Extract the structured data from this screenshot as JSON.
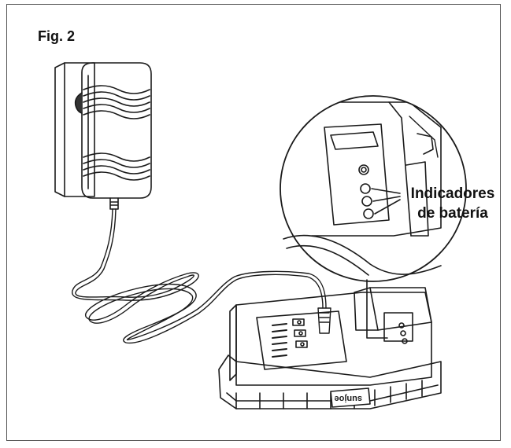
{
  "figure": {
    "label": "Fig. 2",
    "callout": {
      "line1": "Indicadores",
      "line2": "de batería"
    },
    "brand_text": "sunjoe",
    "colors": {
      "line": "#1a1a1a",
      "frame": "#555555",
      "background": "#ffffff"
    }
  }
}
